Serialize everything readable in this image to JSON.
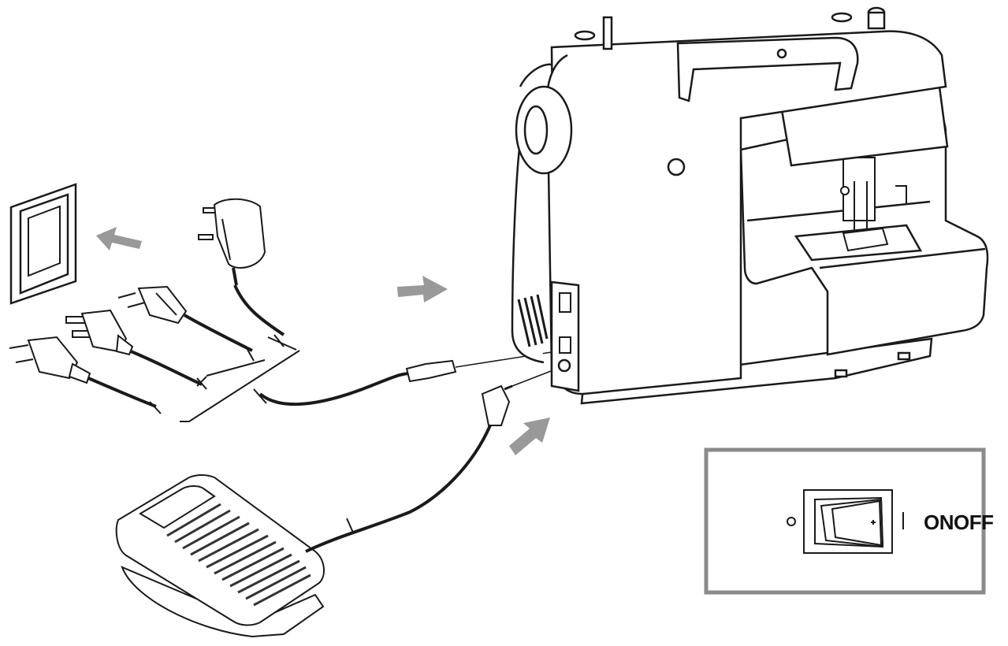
{
  "switch_panel": {
    "label": "ONOFF",
    "off_symbol": "O",
    "on_symbol": "I"
  },
  "colors": {
    "line": "#1a1a1a",
    "arrow": "#999999",
    "panel_border": "#8a8a8a",
    "pedal_dark": "#333333"
  },
  "icons": {
    "wall_socket": "wall-socket-icon",
    "plugs": [
      "uk-plug-adapter-icon",
      "eu-plug-icon",
      "us-plug-icon",
      "euro-plug-icon"
    ],
    "foot_pedal": "foot-pedal-icon",
    "sewing_machine": "sewing-machine-icon",
    "power_switch": "power-switch-icon"
  }
}
